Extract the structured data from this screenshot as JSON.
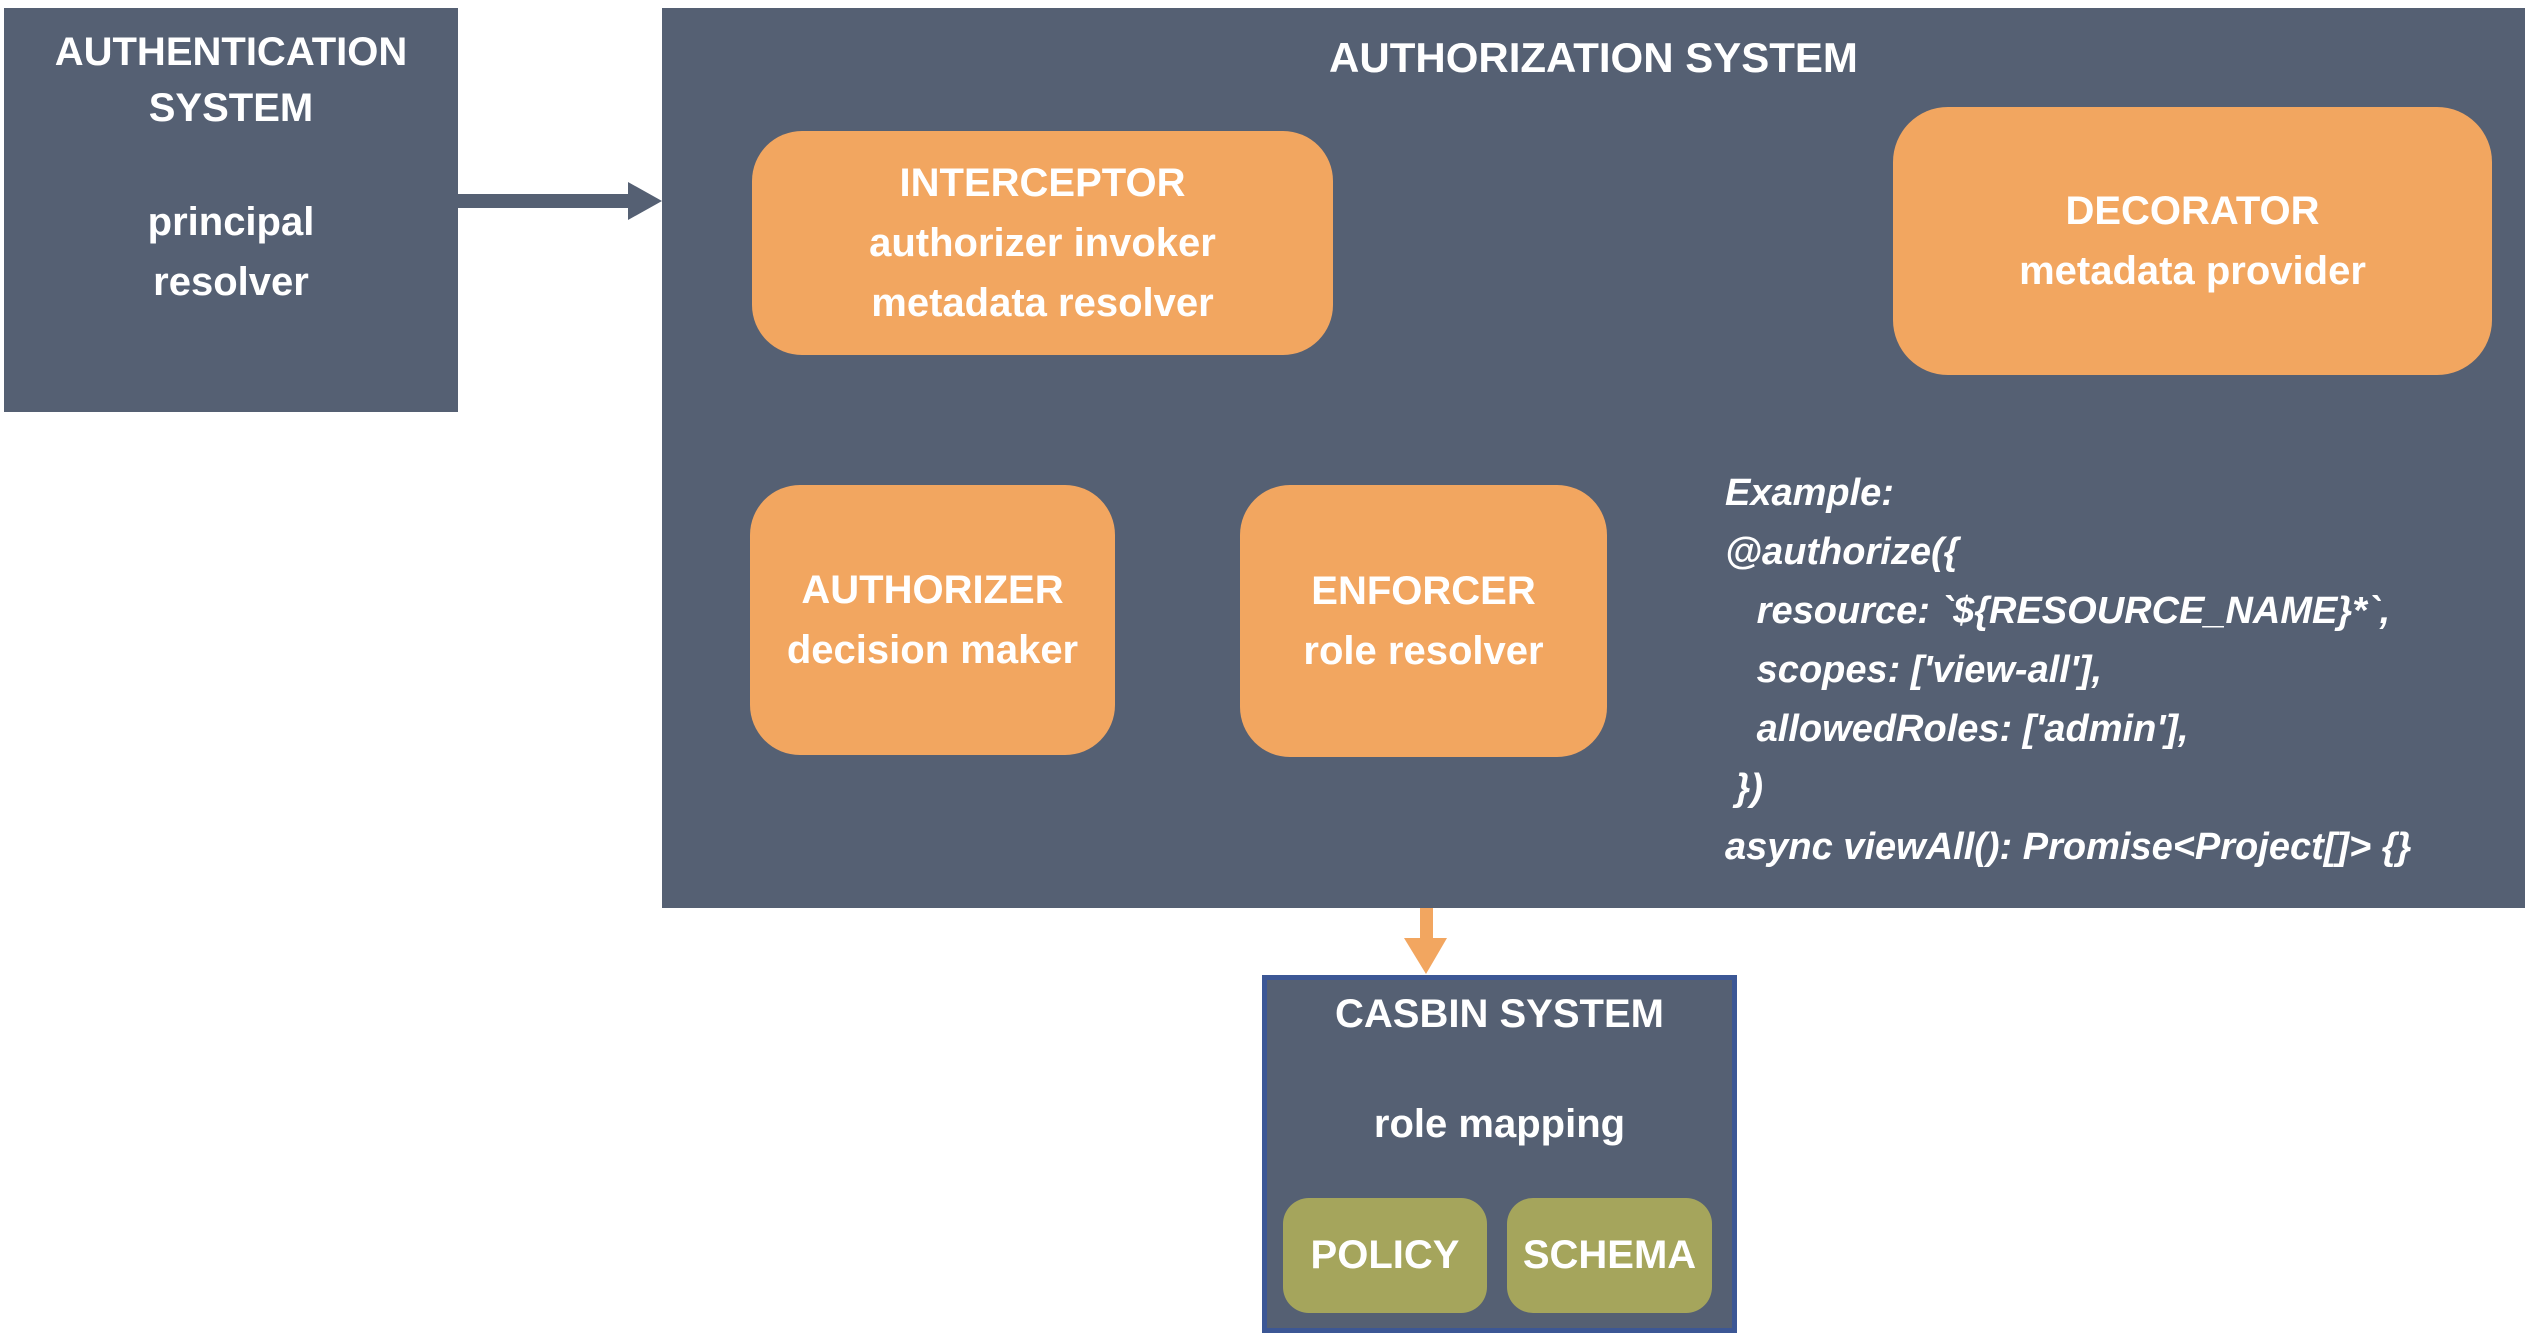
{
  "colors": {
    "slate": "#556073",
    "orange": "#F2A660",
    "olive": "#A5A55C",
    "casbin-border": "#3C5795",
    "text": "#FFFFFF",
    "canvas-bg": "#FFFFFF"
  },
  "authentication_system": {
    "title": "AUTHENTICATION SYSTEM",
    "subtitle": "principal resolver"
  },
  "authorization_system": {
    "title": "AUTHORIZATION SYSTEM",
    "interceptor": {
      "title": "INTERCEPTOR",
      "line1": "authorizer invoker",
      "line2": "metadata resolver"
    },
    "decorator": {
      "title": "DECORATOR",
      "line1": "metadata provider"
    },
    "authorizer": {
      "title": "AUTHORIZER",
      "line1": "decision maker"
    },
    "enforcer": {
      "title": "ENFORCER",
      "line1": "role resolver"
    },
    "callout": {
      "lines": [
        "Example:",
        "@authorize({",
        "   resource: `${RESOURCE_NAME}*`,",
        "   scopes: ['view-all'],",
        "   allowedRoles: ['admin'],",
        " })",
        "async viewAll(): Promise<Project[]> {}"
      ]
    }
  },
  "casbin_system": {
    "title": "CASBIN SYSTEM",
    "subtitle": "role mapping",
    "policy_label": "POLICY",
    "schema_label": "SCHEMA"
  }
}
